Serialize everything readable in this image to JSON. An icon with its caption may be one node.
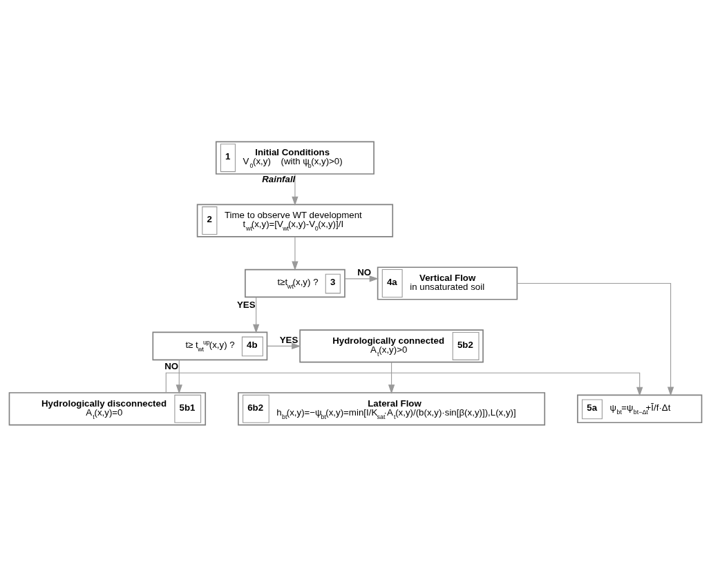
{
  "diagram": {
    "nodes": [
      {
        "text": [
          "Initial Conditions",
          "V$_{0}$(x,y)    (with ψ$_{b}$(x,y)>0)",
          "1"
        ]
      },
      {
        "text": [
          "Time to observe WT development",
          "t$_{wt}$(x,y)=[V$_{wt}$(x,y)-V$_{0}$(x,y)]/I",
          "2"
        ]
      },
      {
        "text": [
          "t≥t$_{wt}$(x,y) ?",
          "3"
        ]
      },
      {
        "text": [
          "Vertical Flow",
          "in unsaturated soil",
          "4a"
        ]
      },
      {
        "text": [
          "t≥ t$_{wt}$$^{up}$(x,y) ?",
          "4b"
        ]
      },
      {
        "text": [
          "Hydrologically connected",
          "A$_{t}$(x,y)>0",
          "5b2"
        ]
      },
      {
        "text": [
          "Hydrologically disconnected",
          "A$_{t}$(x,y)=0",
          "5b1"
        ]
      },
      {
        "text": [
          "5a",
          "ψ$_{bt}$=ψ$_{bt−Δt}$+Ī/f·Δt"
        ]
      },
      {
        "text": [
          "Lateral Flow",
          "h$_{bt}$(x,y)=−ψ$_{bt}$(x,y)=min[I/K$_{sat}$·A$_{t}$(x,y)/(b(x,y)·sin[β(x,y)]),L(x,y)]",
          "6b2"
        ]
      }
    ],
    "edges": [
      {
        "from": 0,
        "to": 1,
        "arrow": "to",
        "label": "Rainfall"
      },
      {
        "from": 1,
        "to": 2,
        "arrow": "to"
      },
      {
        "from": 2,
        "to": 3,
        "arrow": "to",
        "label": "NO"
      },
      {
        "from": 2,
        "to": 4,
        "arrow": "to",
        "label": "YES"
      },
      {
        "from": 4,
        "to": 5,
        "arrow": "to",
        "label": "YES"
      },
      {
        "from": 4,
        "to": 6,
        "arrow": "to",
        "label": "NO"
      },
      {
        "from": 6,
        "to": 7,
        "arrow": "to"
      },
      {
        "from": 3,
        "to": 7,
        "arrow": "to"
      },
      {
        "from": 5,
        "to": 8,
        "arrow": "to"
      }
    ]
  }
}
